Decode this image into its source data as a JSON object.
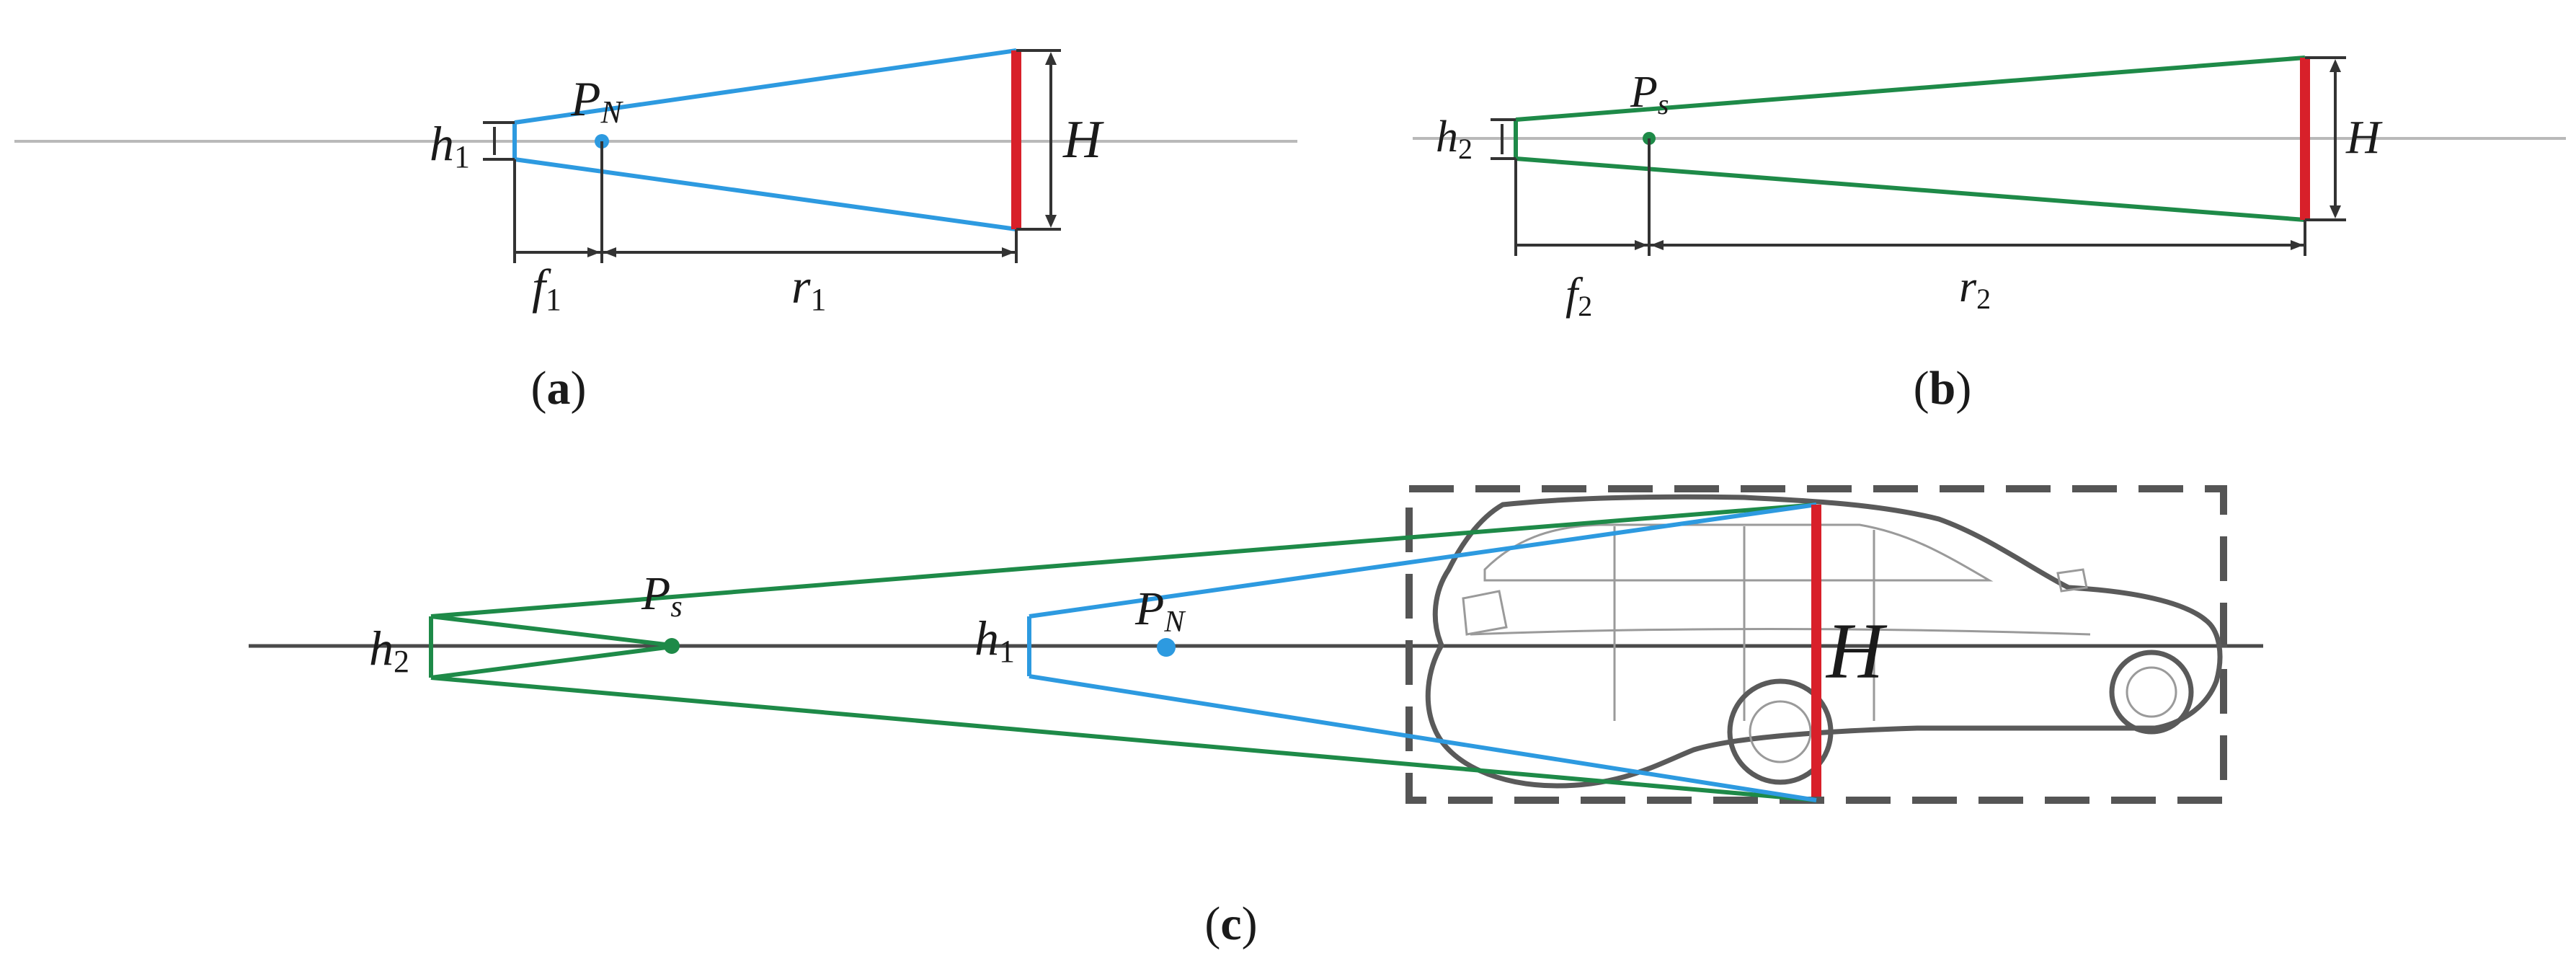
{
  "panel_a": {
    "caption_open": "(",
    "caption_letter": "a",
    "caption_close": ")",
    "label_h": "h",
    "label_h_sub": "1",
    "label_p": "P",
    "label_p_sub": "N",
    "label_H": "H",
    "label_f": "f",
    "label_f_sub": "1",
    "label_r": "r",
    "label_r_sub": "1"
  },
  "panel_b": {
    "caption_open": "(",
    "caption_letter": "b",
    "caption_close": ")",
    "label_h": "h",
    "label_h_sub": "2",
    "label_p": "P",
    "label_p_sub": "s",
    "label_H": "H",
    "label_f": "f",
    "label_f_sub": "2",
    "label_r": "r",
    "label_r_sub": "2"
  },
  "panel_c": {
    "caption_open": "(",
    "caption_letter": "c",
    "caption_close": ")",
    "label_h2": "h",
    "label_h2_sub": "2",
    "label_ps": "P",
    "label_ps_sub": "s",
    "label_h1": "h",
    "label_h1_sub": "1",
    "label_pn": "P",
    "label_pn_sub": "N",
    "label_H": "H"
  },
  "colors": {
    "narrow_camera": "#2d9ae0",
    "wide_camera": "#1e8a48",
    "object_height": "#d8202a"
  }
}
